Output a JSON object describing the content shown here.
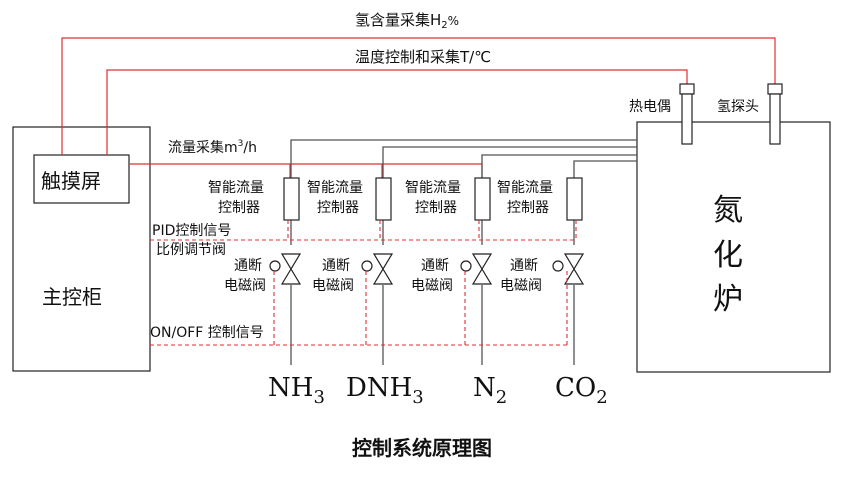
{
  "labels": {
    "h2_sampling": "氢含量采集H",
    "h2_sub": "2",
    "h2_unit": "%",
    "temp_control": "温度控制和采集T/℃",
    "thermocouple": "热电偶",
    "h2_probe": "氢探头",
    "flow_sampling": "流量采集m",
    "flow_sup": "3",
    "flow_unit": "/h",
    "touchscreen": "触摸屏",
    "main_cabinet": "主控柜",
    "furnace": [
      "氮",
      "化",
      "炉"
    ],
    "pid_signal": "PID控制信号",
    "prop_valve": "比例调节阀",
    "onoff_signal": "ON/OFF 控制信号",
    "mfc": "智能流量",
    "mfc_2": "控制器",
    "sv": "通断",
    "sv_2": "电磁阀",
    "caption": "控制系统原理图"
  },
  "gases": [
    {
      "name": "NH",
      "sub": "3"
    },
    {
      "name": "DNH",
      "sub": "3"
    },
    {
      "name": "N",
      "sub": "2"
    },
    {
      "name": "CO",
      "sub": "2"
    }
  ],
  "colors": {
    "signal_red": "#e03030",
    "gas_line": "#555555",
    "text": "#111111"
  }
}
